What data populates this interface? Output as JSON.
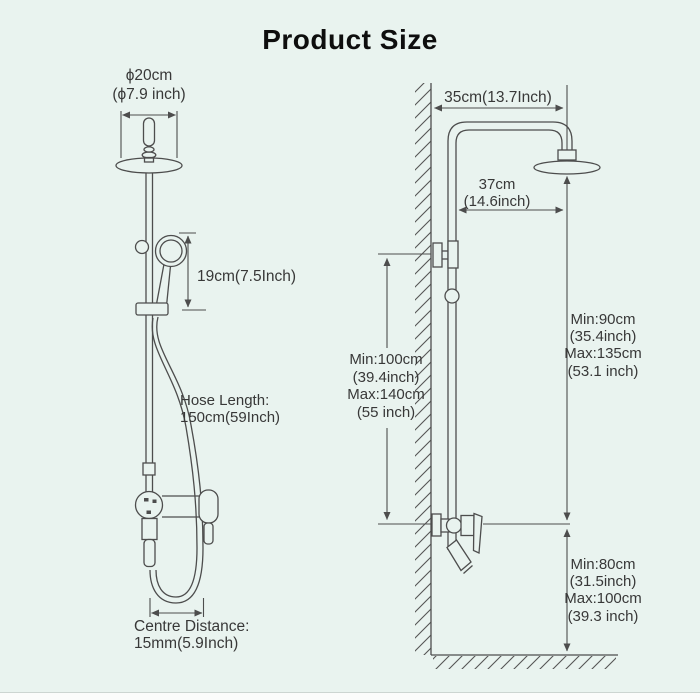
{
  "page": {
    "title": "Product Size"
  },
  "colors": {
    "background": "#e9f3ef",
    "line": "#4d4d4d",
    "text": "#383838",
    "title": "#0e0e0e"
  },
  "left_diagram": {
    "description": "shower-system-front-view",
    "head_diameter": {
      "line1": "ϕ20cm",
      "line2": "(ϕ7.9 inch)"
    },
    "hand_shower_length": "19cm(7.5Inch)",
    "hose_length": {
      "line1": "Hose Length:",
      "line2": "150cm(59Inch)"
    },
    "centre_distance": {
      "line1": "Centre Distance:",
      "line2": "15mm(5.9Inch)"
    }
  },
  "right_diagram": {
    "description": "shower-system-side-installation-view",
    "shower_arm_length": "35cm(13.7Inch)",
    "head_wall_distance": {
      "line1": "37cm",
      "line2": "(14.6inch)"
    },
    "slide_bar_height": [
      "Min:100cm",
      "(39.4inch)",
      "Max:140cm",
      "(55 inch)"
    ],
    "head_height": [
      "Min:90cm",
      "(35.4inch)",
      "Max:135cm",
      "(53.1 inch)"
    ],
    "valve_height": [
      "Min:80cm",
      "(31.5inch)",
      "Max:100cm",
      "(39.3 inch)"
    ]
  }
}
